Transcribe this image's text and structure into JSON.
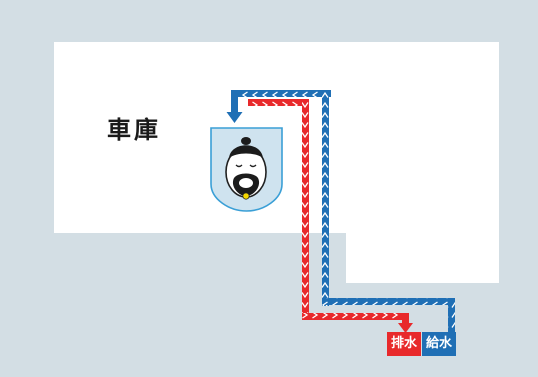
{
  "garage_label": "車庫",
  "legend": {
    "drain": "排水",
    "supply": "給水"
  },
  "colors": {
    "background": "#d3dee4",
    "floor": "#ffffff",
    "drain": "#e8292b",
    "supply": "#1f6fb5",
    "shield_fill": "#cfe3ef",
    "shield_stroke": "#3a9fd6"
  },
  "icons": {
    "figure": "mascot-face-icon",
    "tank": "shield-icon"
  }
}
